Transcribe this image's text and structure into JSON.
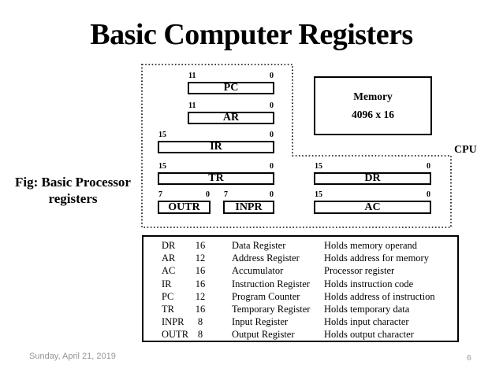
{
  "slide": {
    "title": "Basic Computer Registers",
    "caption_line1": "Fig: Basic Processor",
    "caption_line2": "registers",
    "footer_date": "Sunday, April 21, 2019",
    "page_number": "6"
  },
  "colors": {
    "text": "#000000",
    "footer_gray": "#969696",
    "background": "#ffffff"
  },
  "diagram": {
    "cpu_label": "CPU",
    "memory": {
      "line1": "Memory",
      "line2": "4096 x 16"
    },
    "registers": [
      {
        "id": "pc",
        "label": "PC",
        "high_bit": "11",
        "low_bit": "0"
      },
      {
        "id": "ar",
        "label": "AR",
        "high_bit": "11",
        "low_bit": "0"
      },
      {
        "id": "ir",
        "label": "IR",
        "high_bit": "15",
        "low_bit": "0"
      },
      {
        "id": "tr",
        "label": "TR",
        "high_bit": "15",
        "low_bit": "0"
      },
      {
        "id": "outr",
        "label": "OUTR",
        "high_bit": "7",
        "low_bit": "0"
      },
      {
        "id": "inpr",
        "label": "INPR",
        "high_bit": "7",
        "low_bit": "0"
      },
      {
        "id": "dr",
        "label": "DR",
        "high_bit": "15",
        "low_bit": "0"
      },
      {
        "id": "ac",
        "label": "AC",
        "high_bit": "15",
        "low_bit": "0"
      }
    ]
  },
  "table": {
    "rows": [
      {
        "reg": "DR",
        "bits": "16",
        "name": "Data Register",
        "desc": "Holds memory operand"
      },
      {
        "reg": "AR",
        "bits": "12",
        "name": "Address Register",
        "desc": "Holds address for memory"
      },
      {
        "reg": "AC",
        "bits": "16",
        "name": "Accumulator",
        "desc": "Processor register"
      },
      {
        "reg": "IR",
        "bits": "16",
        "name": "Instruction Register",
        "desc": "Holds instruction code"
      },
      {
        "reg": "PC",
        "bits": "12",
        "name": "Program Counter",
        "desc": "Holds address of instruction"
      },
      {
        "reg": "TR",
        "bits": "16",
        "name": "Temporary Register",
        "desc": "Holds temporary data"
      },
      {
        "reg": "INPR",
        "bits": "8",
        "name": "Input Register",
        "desc": "Holds input character"
      },
      {
        "reg": "OUTR",
        "bits": "8",
        "name": "Output Register",
        "desc": "Holds output character"
      }
    ]
  }
}
